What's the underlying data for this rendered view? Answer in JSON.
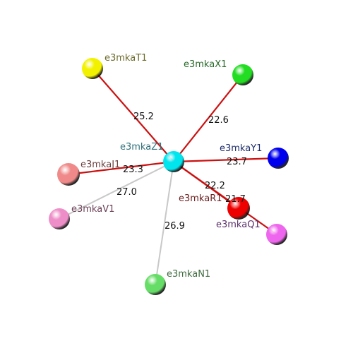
{
  "center": {
    "label": "e3mkaZ1",
    "color": "#00e5ee",
    "label_color": "#2f6f7a"
  },
  "nodes": [
    {
      "id": "T1",
      "label": "e3mkaT1",
      "color": "#f2f200",
      "label_color": "#6b6b2a",
      "distance": "25.2",
      "edge_color": "#cc1111"
    },
    {
      "id": "X1",
      "label": "e3mkaX1",
      "color": "#22dd22",
      "label_color": "#2a6b2a",
      "distance": "22.6",
      "edge_color": "#cc1111"
    },
    {
      "id": "Y1",
      "label": "e3mkaY1",
      "color": "#0000ee",
      "label_color": "#1f2f6b",
      "distance": "23.7",
      "edge_color": "#cc1111"
    },
    {
      "id": "J1",
      "label": "e3mkaJ1",
      "color": "#f08a8a",
      "label_color": "#6b3f3f",
      "distance": "23.3",
      "edge_color": "#cc1111"
    },
    {
      "id": "V1",
      "label": "e3mkaV1",
      "color": "#ee8ec8",
      "label_color": "#6b3f55",
      "distance": "27.0",
      "edge_color": "#c8c8c8"
    },
    {
      "id": "R1",
      "label": "e3mkaR1",
      "color": "#ee0000",
      "label_color": "#6b1f1f",
      "distance": "22.2",
      "edge_color": "#cc1111"
    },
    {
      "id": "Q1",
      "label": "e3mkaQ1",
      "color": "#ee66ee",
      "label_color": "#5b2f6b",
      "distance": "21.7",
      "edge_color": "#cc1111"
    },
    {
      "id": "N1",
      "label": "e3mkaN1",
      "color": "#66dd66",
      "label_color": "#3f6b3f",
      "distance": "26.9",
      "edge_color": "#c8c8c8"
    }
  ]
}
